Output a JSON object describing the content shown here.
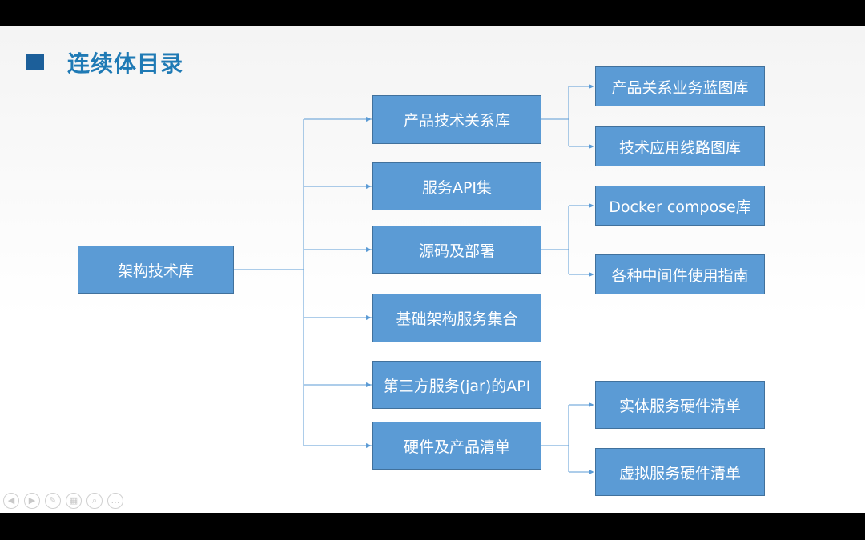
{
  "title": "连续体目录",
  "root": {
    "label": "架构技术库"
  },
  "branches": [
    {
      "label": "产品技术关系库",
      "children": [
        {
          "label": "产品关系业务蓝图库"
        },
        {
          "label": "技术应用线路图库"
        }
      ]
    },
    {
      "label": "服务API集",
      "children": []
    },
    {
      "label": "源码及部署",
      "children": [
        {
          "label": "Docker compose库"
        },
        {
          "label": "各种中间件使用指南"
        }
      ]
    },
    {
      "label": "基础架构服务集合",
      "children": []
    },
    {
      "label": "第三方服务(jar)的API",
      "children": []
    },
    {
      "label": "硬件及产品清单",
      "children": [
        {
          "label": "实体服务硬件清单"
        },
        {
          "label": "虚拟服务硬件清单"
        }
      ]
    }
  ],
  "colors": {
    "node_fill": "#5b9bd5",
    "node_border": "#41719c",
    "connector": "#5b9bd5",
    "title": "#1f7ab5",
    "title_marker": "#1c5f9a"
  },
  "slide_controls": [
    {
      "icon": "prev-icon",
      "glyph": "◀"
    },
    {
      "icon": "next-icon",
      "glyph": "▶"
    },
    {
      "icon": "pen-icon",
      "glyph": "✎"
    },
    {
      "icon": "slides-icon",
      "glyph": "▦"
    },
    {
      "icon": "zoom-icon",
      "glyph": "⌕"
    },
    {
      "icon": "more-icon",
      "glyph": "…"
    }
  ]
}
